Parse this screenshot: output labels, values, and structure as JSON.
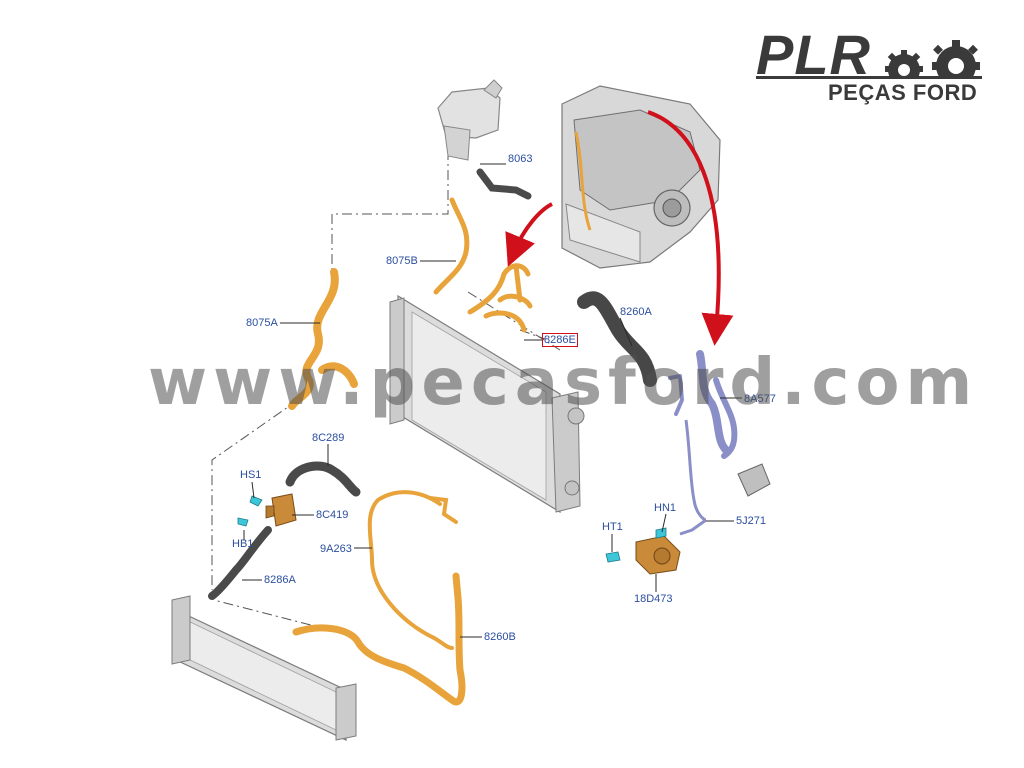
{
  "logo": {
    "brand": "PLR",
    "subtitle": "PEÇAS FORD",
    "gear_icon": "gear-icon"
  },
  "watermark": "www.pecasford.com",
  "parts": {
    "p8063": "8063",
    "p8075B": "8075B",
    "p8075A": "8075A",
    "p8286E": "8286E",
    "p8260A": "8260A",
    "p8A577": "8A577",
    "p8C289": "8C289",
    "pHS1": "HS1",
    "p8C419": "8C419",
    "pHB1": "HB1",
    "p9A263": "9A263",
    "p8286A": "8286A",
    "p8260B": "8260B",
    "pHN1": "HN1",
    "pHT1": "HT1",
    "p5J271": "5J271",
    "p18D473": "18D473"
  },
  "colors": {
    "label": "#2b4fa0",
    "highlight_box": "#d0101a",
    "arrow": "#d0101a",
    "hose_orange": "#e8a33a",
    "hose_dark": "#4a4a4a",
    "hose_purple": "#8a8fc8",
    "part_gray": "#cfcfcf",
    "clamp_cyan": "#3ec6d8"
  }
}
